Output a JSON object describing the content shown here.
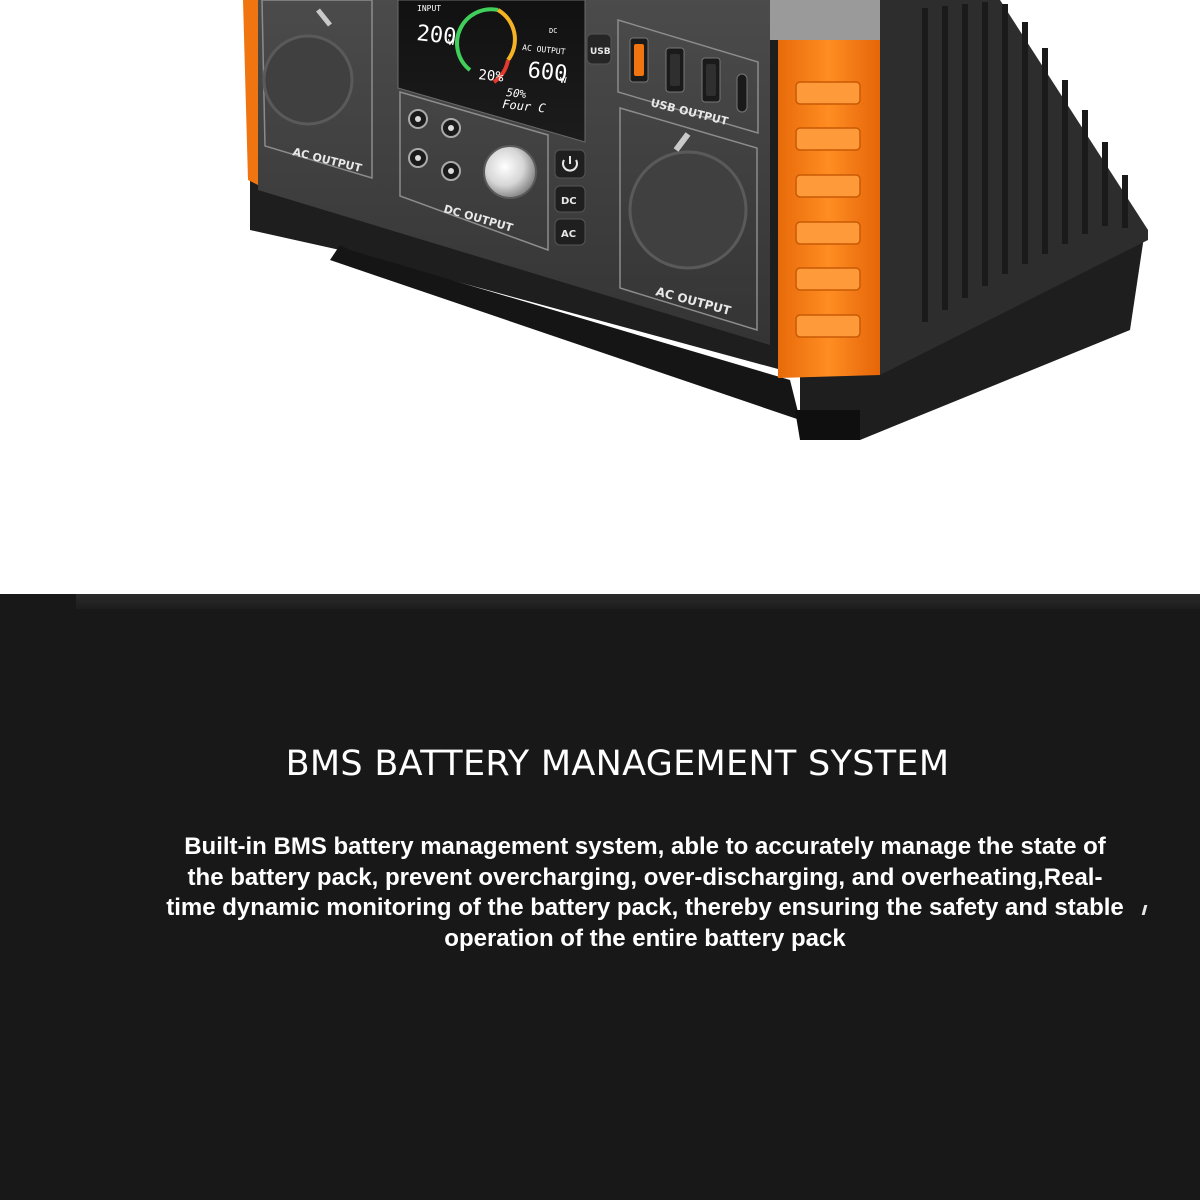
{
  "product": {
    "display": {
      "input_label": "INPUT",
      "input_value": "200",
      "input_unit": "w",
      "dc_icon_label": "DC",
      "ac_output_label": "AC OUTPUT",
      "ac_output_value": "600",
      "ac_output_unit": "w",
      "battery_percent": "20%",
      "secondary_percent": "50%",
      "secondary_label": "Four C"
    },
    "port_labels": {
      "usb_button": "USB",
      "usb_output": "USB OUTPUT",
      "ac_output_left": "AC OUTPUT",
      "ac_output_right": "AC OUTPUT",
      "dc_output": "DC OUTPUT",
      "dc_button": "DC",
      "ac_button": "AC"
    },
    "colors": {
      "accent_orange": "#f47a14",
      "body_dark": "#2a2a2a",
      "panel_grey": "#4a4a4a"
    }
  },
  "section": {
    "title": "BMS BATTERY MANAGEMENT SYSTEM",
    "body": "Built-in BMS battery management system, able to accurately manage the state of the battery pack, prevent overcharging, over-discharging, and overheating,Real-time dynamic monitoring of the battery pack, thereby ensuring the safety and stable operation of the entire battery pack"
  }
}
